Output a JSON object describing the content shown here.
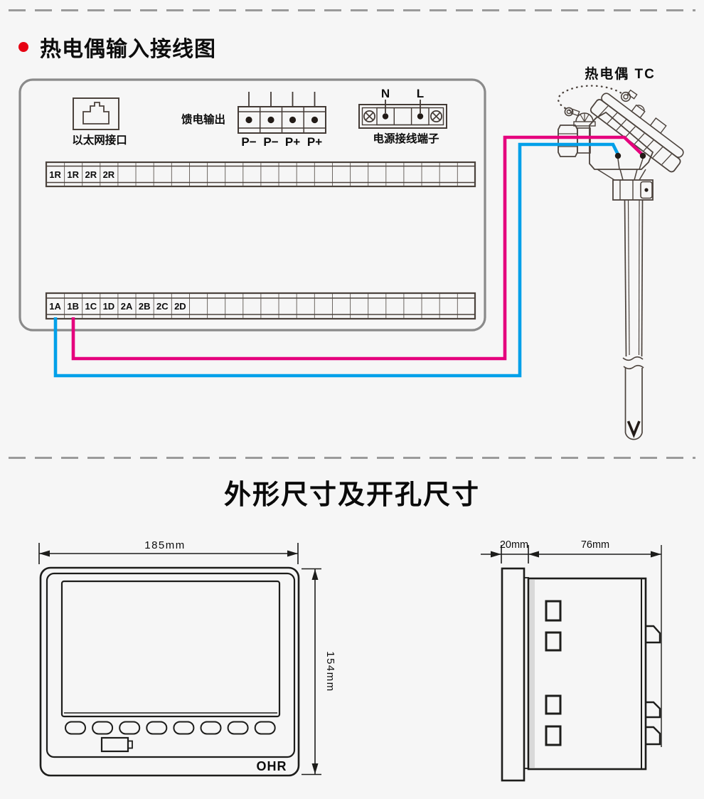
{
  "section1": {
    "title": "热电偶输入接线图",
    "tc_label": "热电偶 TC",
    "ethernet_label": "以太网接口",
    "feed_output_label": "馈电输出",
    "feed_terminals": [
      "P−",
      "P−",
      "P+",
      "P+"
    ],
    "power_label": "电源接线端子",
    "power_terminals": [
      "N",
      "L"
    ],
    "top_strip_labels": [
      "1R",
      "1R",
      "2R",
      "2R"
    ],
    "bottom_strip_labels": [
      "1A",
      "1B",
      "1C",
      "1D",
      "2A",
      "2B",
      "2C",
      "2D"
    ],
    "colors": {
      "wire_positive": "#e5007d",
      "wire_negative": "#00a0e9",
      "panel_border": "#8a8a8a",
      "line_art": "#4c433d",
      "bullet": "#e60012"
    }
  },
  "section2": {
    "title": "外形尺寸及开孔尺寸",
    "front_view": {
      "width_label": "185mm",
      "height_label": "154mm",
      "brand": "OHR"
    },
    "side_view": {
      "bezel_depth_label": "20mm",
      "body_depth_label": "76mm"
    }
  }
}
